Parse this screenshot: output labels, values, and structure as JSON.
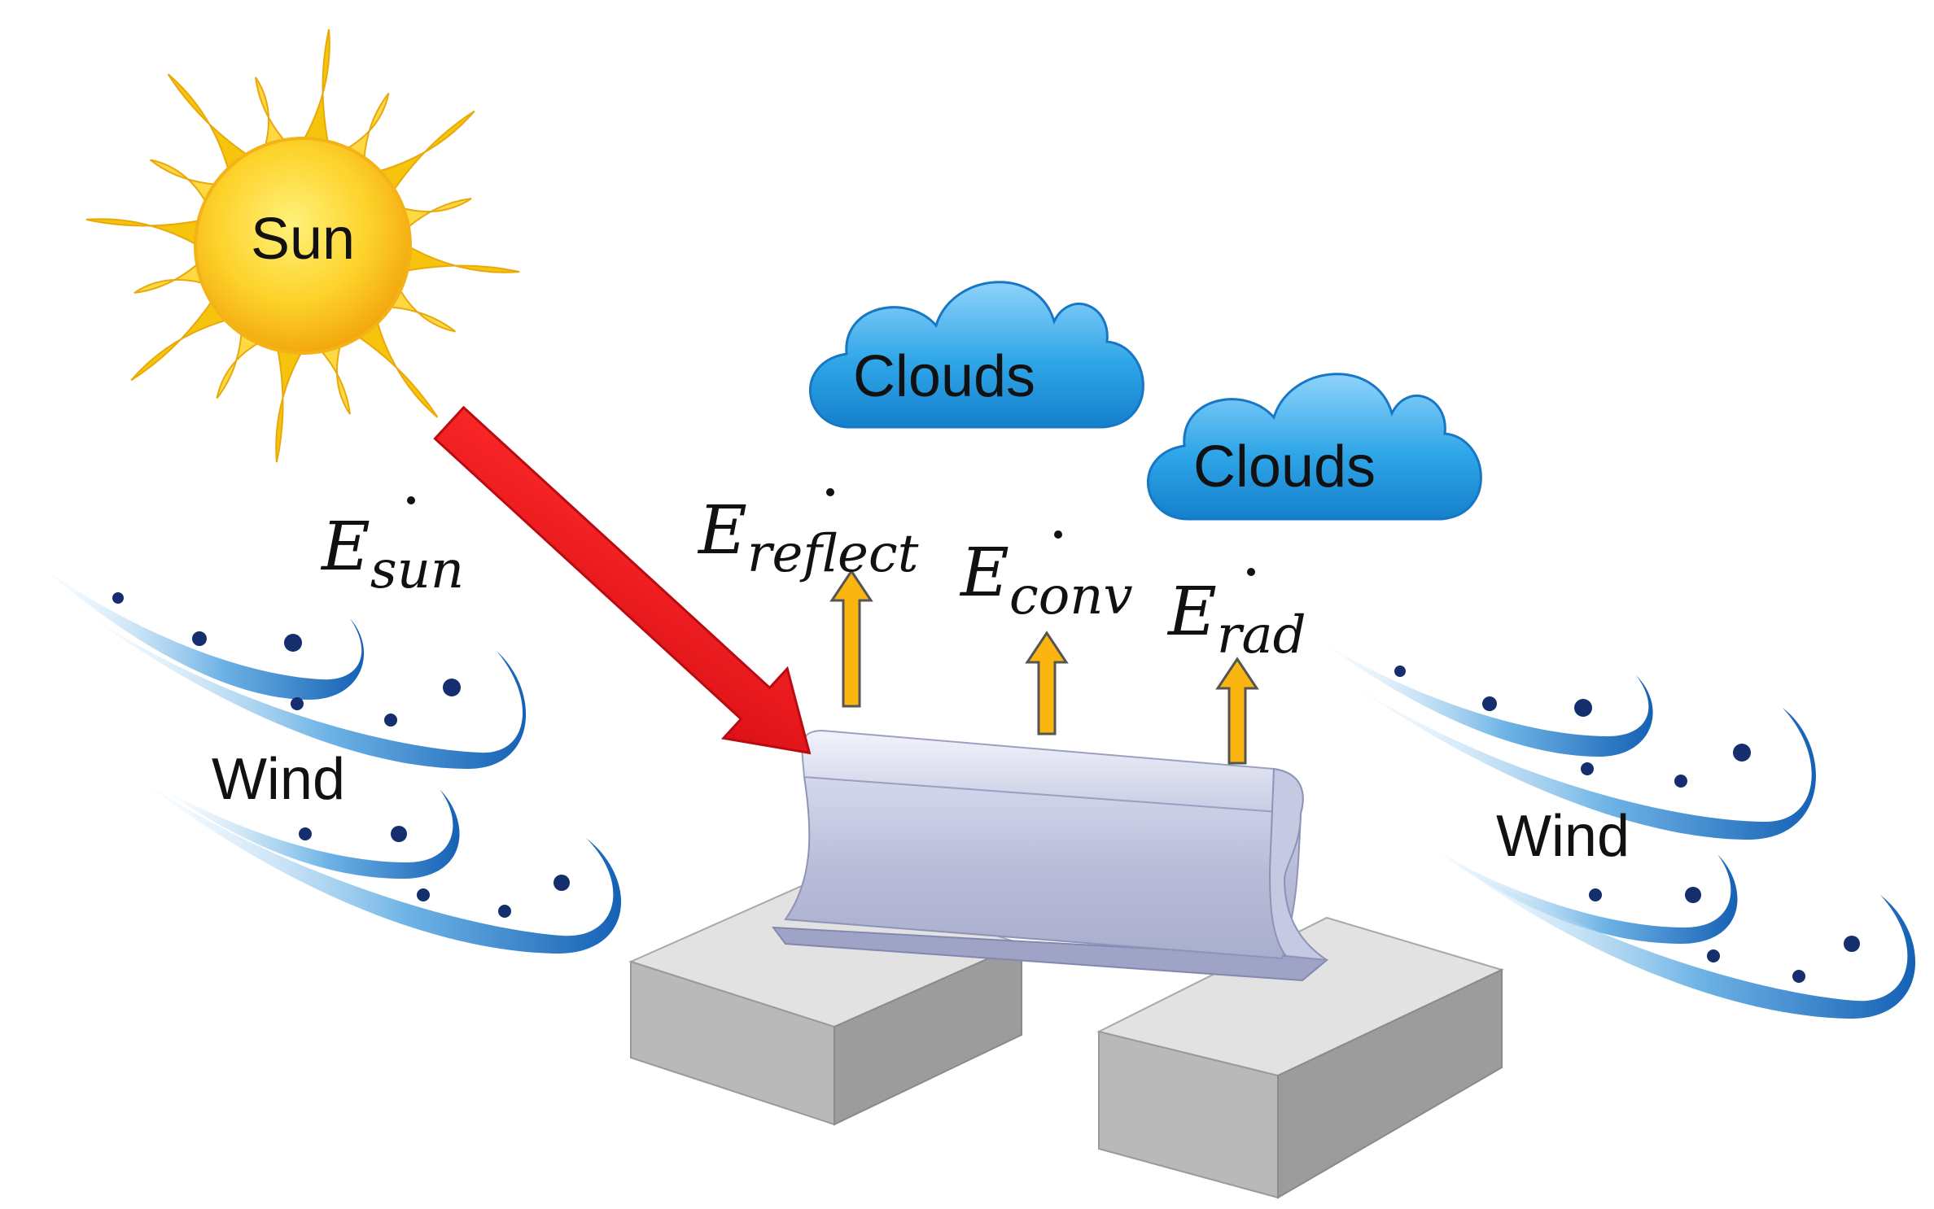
{
  "labels": {
    "sun": "Sun",
    "cloud_left": "Clouds",
    "cloud_right": "Clouds",
    "wind_left": "Wind",
    "wind_right": "Wind"
  },
  "symbols": {
    "e_sun": {
      "base": "E",
      "sub": "sun"
    },
    "e_reflect": {
      "base": "E",
      "sub": "reflect"
    },
    "e_conv": {
      "base": "E",
      "sub": "conv"
    },
    "e_rad": {
      "base": "E",
      "sub": "rad"
    }
  },
  "colors": {
    "sun_core": "#FDD22A",
    "sun_rays": "#F6C40C",
    "cloud": "#2AA3E6",
    "incoming_arrow": "#E8141B",
    "outgoing_arrows": "#FAB510",
    "rail": "#C9CDE4",
    "sleeper": "#BDBDBD",
    "wind": "#1E73C8"
  },
  "icons": [
    "sun-icon",
    "cloud-icon",
    "wind-icon",
    "rail-icon",
    "sleeper-icon",
    "arrow-icon"
  ]
}
